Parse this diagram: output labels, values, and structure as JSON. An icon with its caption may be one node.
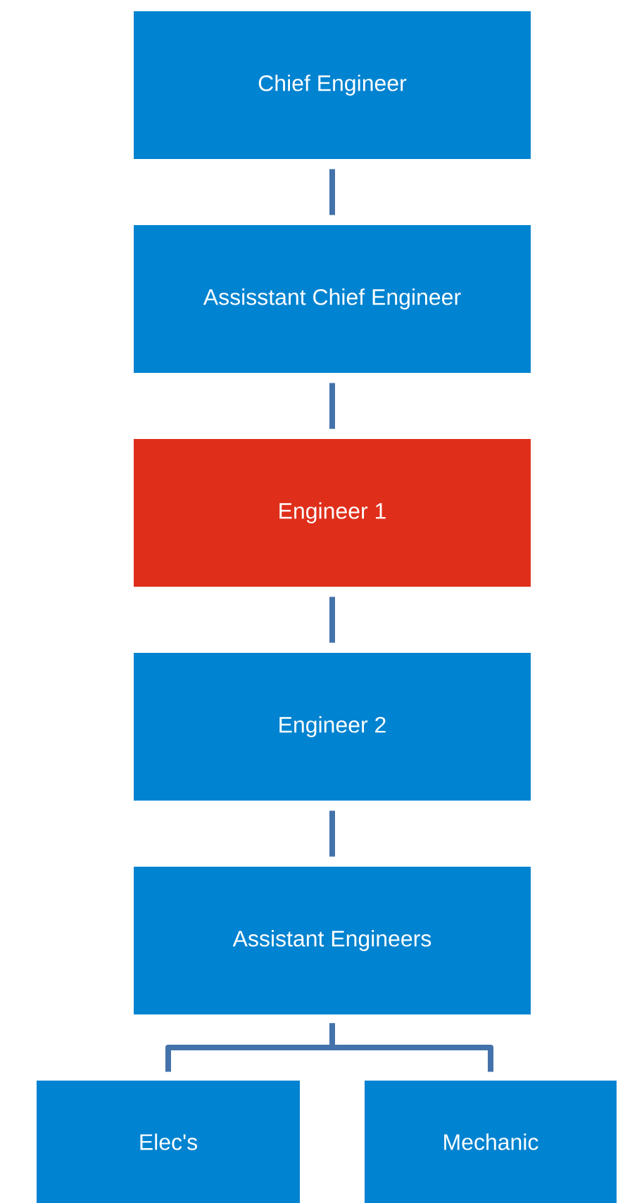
{
  "diagram": {
    "nodes": [
      {
        "text": [
          "Chief Engineer"
        ]
      },
      {
        "text": [
          "Assisstant Chief Engineer"
        ]
      },
      {
        "text": [
          "Engineer 1"
        ]
      },
      {
        "text": [
          "Engineer 2"
        ]
      },
      {
        "text": [
          "Assistant Engineers"
        ]
      },
      {
        "text": [
          "Elec's"
        ]
      },
      {
        "text": [
          "Mechanic"
        ]
      }
    ],
    "edges": [
      {
        "from": 0,
        "to": 1,
        "arrow": "none"
      },
      {
        "from": 1,
        "to": 2,
        "arrow": "none"
      },
      {
        "from": 2,
        "to": 3,
        "arrow": "none"
      },
      {
        "from": 3,
        "to": 4,
        "arrow": "none"
      },
      {
        "from": 4,
        "to": 5,
        "arrow": "none"
      },
      {
        "from": 4,
        "to": 6,
        "arrow": "none"
      }
    ]
  }
}
